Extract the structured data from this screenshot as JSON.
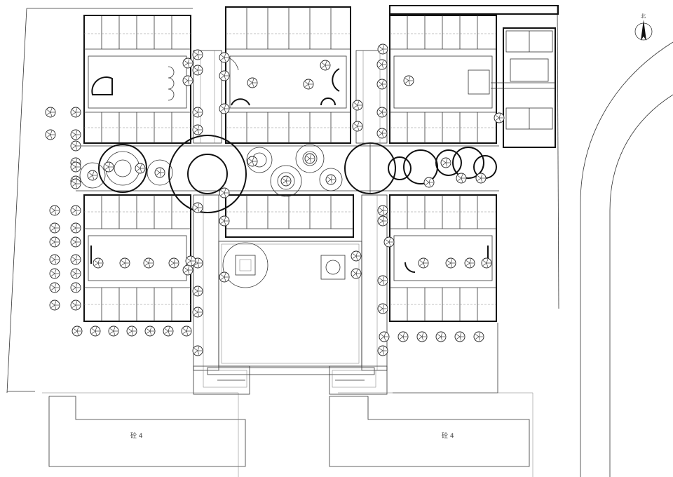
{
  "plan": {
    "north_label": "北",
    "building_labels": [
      "砼 4",
      "砼 4"
    ]
  },
  "colors": {
    "line": "#111111",
    "background": "#ffffff"
  }
}
